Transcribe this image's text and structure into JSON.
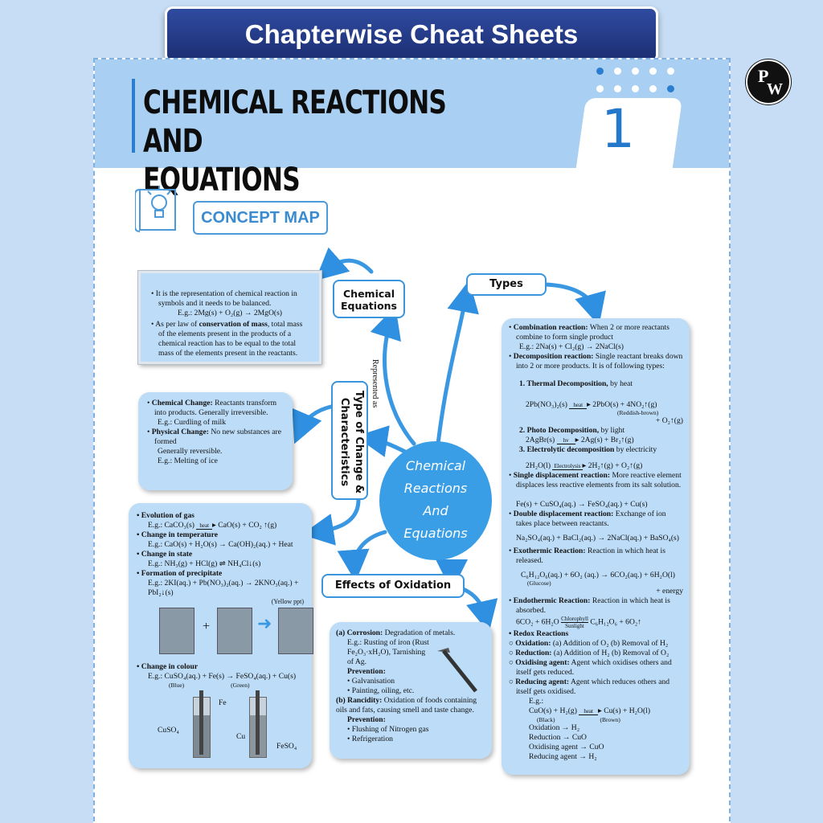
{
  "banner": {
    "title": "Chapterwise Cheat Sheets"
  },
  "logo": {
    "letter1": "P",
    "letter2": "W"
  },
  "header": {
    "title_line1": "CHEMICAL REACTIONS AND",
    "title_line2": "EQUATIONS",
    "chapter_number": "1"
  },
  "concept_map": {
    "label": "CONCEPT MAP"
  },
  "nodes": {
    "center": [
      "Chemical",
      "Reactions",
      "And",
      "Equations"
    ],
    "chemical_equations": [
      "Chemical",
      "Equations"
    ],
    "types": "Types",
    "type_of_change": "Type of Change & Characteristics",
    "effects_of_oxidation": "Effects of Oxidation",
    "represented_as": "Represented as"
  },
  "equations_box": {
    "item1": "It is the representation of chemical reaction in symbols and it needs to be balanced.",
    "item1_eg": "E.g.: 2Mg(s) + O₂(g) → 2MgO(s)",
    "item2_pre": "As per law of ",
    "item2_bold": "conservation of mass",
    "item2_post": ", total mass of the elements present in the products of a chemical reaction has to be equal to the total mass of the elements present in the reactants."
  },
  "change_box": {
    "chem_title": "Chemical Change:",
    "chem_text": " Reactants transform into products. Generally irreversible.",
    "chem_eg": "E.g.: Curdling of milk",
    "phys_title": "Physical Change:",
    "phys_text": " No new substances are formed",
    "phys_rev": "Generally reversible.",
    "phys_eg": "E.g.: Melting of ice"
  },
  "characteristics_box": {
    "gas_title": "Evolution of gas",
    "gas_eg_a": "E.g.: CaCO₃(s) ",
    "gas_heat": "heat",
    "gas_eg_b": " CaO(s) + CO₂ ↑(g)",
    "temp_title": "Change in temperature",
    "temp_eg": "E.g.: CaO(s) + H₂O(s) → Ca(OH)₂(aq.) + Heat",
    "state_title": "Change in state",
    "state_eg": "E.g.: NH₃(g) + HCl(g) ⇌ NH₄Cl↓(s)",
    "ppt_title": "Formation of precipitate",
    "ppt_eg": "E.g.: 2KI(aq.) + Pb(NO₃)₂(aq.) → 2KNO₃(aq.) + PbI₂↓(s)",
    "ppt_note": "(Yellow ppt)",
    "plus": "+",
    "colour_title": "Change in colour",
    "colour_eg": "E.g.: CuSO₄(aq.) + Fe(s) → FeSO₄(aq.) + Cu(s)",
    "blue": "(Blue)",
    "green": "(Green)",
    "lbl_fe": "Fe",
    "lbl_cuso4": "CuSO₄",
    "lbl_cu": "Cu",
    "lbl_feso4": "FeSO₄"
  },
  "oxidation_box": {
    "a": "(a)",
    "corrosion_title": "Corrosion:",
    "corrosion_text": " Degradation of metals.",
    "corrosion_eg": "E.g.: Rusting of iron (Rust Fe₂O₃·xH₂O), Tarnishing of Ag.",
    "prevention": "Prevention:",
    "prev1": "Galvanisation",
    "prev2": "Painting, oiling, etc.",
    "b": "(b)",
    "rancidity_title": "Rancidity:",
    "rancidity_text": " Oxidation of foods containing oils and fats, causing smell and taste change.",
    "prevention2": "Prevention:",
    "prev3": "Flushing of Nitrogen gas",
    "prev4": "Refrigeration"
  },
  "types_box": {
    "comb_title": "Combination reaction:",
    "comb_text": " When 2 or more reactants combine to form single product",
    "comb_eg": "E.g.: 2Na(s) + Cl₂(g) → 2NaCl(s)",
    "decomp_title": "Decomposition reaction:",
    "decomp_text": " Single reactant breaks down into 2 or more products. It is of following types:",
    "thermal_title": "1. Thermal Decomposition,",
    "thermal_text": " by heat",
    "thermal_eq_a": "2Pb(NO₃)₂(s) ",
    "thermal_heat": "heat",
    "thermal_eq_b": " 2PbO(s) + 4NO₂↑(g)",
    "thermal_note": "(Reddish-brown)",
    "thermal_o2": "+ O₂↑(g)",
    "photo_title": "2. Photo Decomposition,",
    "photo_text": " by light",
    "photo_eq_a": "2AgBr(s) ",
    "photo_hv": "hv",
    "photo_eq_b": " 2Ag(s) + Br₂↑(g)",
    "electro_title": "3. Electrolytic decomposition",
    "electro_text": " by electricity",
    "electro_eq_a": "2H₂O(l) ",
    "electro_lbl": "Electrolysis",
    "electro_eq_b": " 2H₂↑(g) + O₂↑(g)",
    "single_title": "Single displacement reaction:",
    "single_text": " More reactive element displaces less reactive elements from its salt solution.",
    "single_eq": "Fe(s) + CuSO₄(aq.) → FeSO₄(aq.) + Cu(s)",
    "double_title": "Double displacement reaction:",
    "double_text": " Exchange of ion takes place between reactants.",
    "double_eq": "Na₂SO₄(aq.) + BaCl₂(aq.) → 2NaCl(aq.) + BaSO₄(s)",
    "exo_title": "Exothermic Reaction:",
    "exo_text": " Reaction in which heat is released.",
    "exo_eq": "C₆H₁₂O₆(aq.) + 6O₂ (aq.) → 6CO₂(aq.) + 6H₂O(l)",
    "exo_glucose": "(Glucose)",
    "exo_energy": "+ energy",
    "endo_title": "Endothermic Reaction:",
    "endo_text": " Reaction in which heat is absorbed.",
    "endo_eq_a": "6CO₂ + 6H₂O ",
    "endo_top": "Chlorophyll",
    "endo_bottom": "Sunlight",
    "endo_eq_b": " C₆H₁₂O₆ + 6O₂↑",
    "redox_title": "Redox Reactions",
    "ox_title": "Oxidation:",
    "ox_text": " (a) Addition of O₂   (b) Removal of H₂",
    "red_title": "Reduction:",
    "red_text": " (a) Addition of H₂   (b) Removal of O₂",
    "oa_title": "Oxidising agent:",
    "oa_text": " Agent which oxidises others and itself gets reduced.",
    "ra_title": "Reducing agent:",
    "ra_text": " Agent which reduces others and itself gets oxidised.",
    "eg": "E.g.:",
    "redox_eq_a": "CuO(s) + H₂(g) ",
    "redox_heat": "heat",
    "redox_eq_b": " Cu(s) + H₂O(l)",
    "black": "(Black)",
    "brown": "(Brown)",
    "line1": "Oxidation → H₂",
    "line2": "Reduction → CuO",
    "line3": "Oxidising agent → CuO",
    "line4": "Reducing agent → H₂"
  }
}
